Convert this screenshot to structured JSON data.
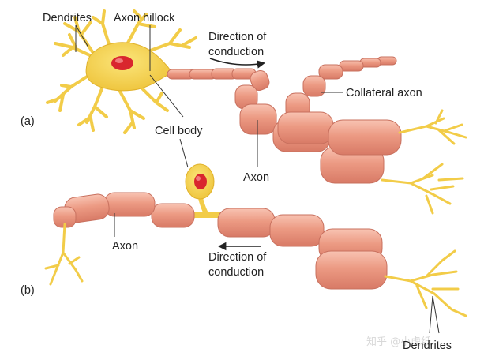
{
  "diagram": {
    "labels": {
      "dendrites_top": "Dendrites",
      "axon_hillock": "Axon hillock",
      "direction_a_line1": "Direction of",
      "direction_a_line2": "conduction",
      "collateral_axon": "Collateral axon",
      "panel_a": "(a)",
      "cell_body": "Cell body",
      "axon_a": "Axon",
      "axon_b": "Axon",
      "direction_b_line1": "Direction of",
      "direction_b_line2": "conduction",
      "panel_b": "(b)",
      "dendrites_bottom": "Dendrites"
    },
    "watermark": "知乎 @小虎纸",
    "colors": {
      "neuron_yellow": "#f5d24a",
      "neuron_yellow_edge": "#d9a920",
      "myelin_pink": "#e9967f",
      "myelin_edge": "#c8705e",
      "nucleus_red": "#d9262e",
      "label_text": "#222222",
      "leader_line": "#333333"
    }
  }
}
